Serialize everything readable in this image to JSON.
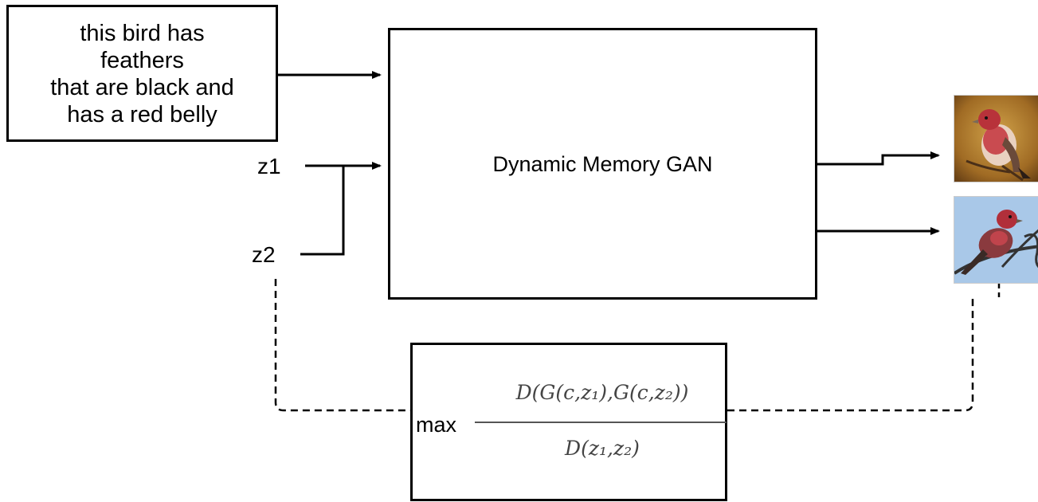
{
  "caption": {
    "lines": [
      "this bird has",
      "feathers",
      "that are black and",
      "has a red belly"
    ]
  },
  "model": {
    "label": "Dynamic Memory GAN"
  },
  "noise": {
    "z1": "z1",
    "z2": "z2"
  },
  "objective": {
    "operator": "max",
    "numerator": "D(G(c,z₁),G(c,z₂))",
    "denominator": "D(z₁,z₂)"
  },
  "outputs": [
    {
      "name": "bird-image-1",
      "icon": "red-finch-on-branch-orange-background"
    },
    {
      "name": "bird-image-2",
      "icon": "red-finch-on-branch-blue-sky-background"
    }
  ],
  "colors": {
    "line": "#000000",
    "box_border": "#000000"
  }
}
